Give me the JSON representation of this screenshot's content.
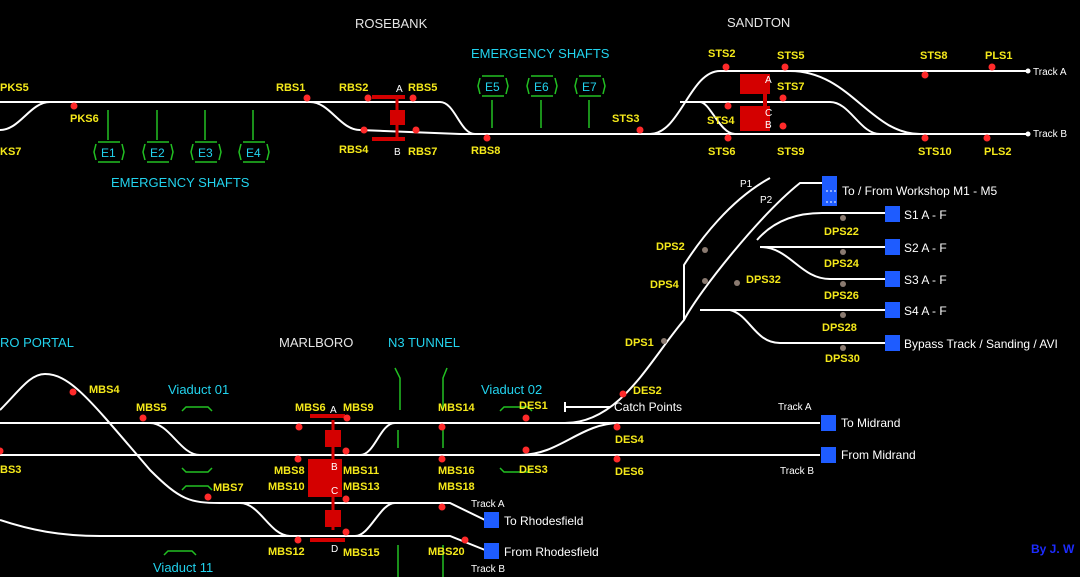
{
  "stations": {
    "rosebank": "ROSEBANK",
    "sandton": "SANDTON",
    "marlboro": "MARLBORO",
    "portal": "RO PORTAL",
    "n3_tunnel": "N3 TUNNEL"
  },
  "areas": {
    "emergency_shafts_top": "EMERGENCY SHAFTS",
    "emergency_shafts_bottom": "EMERGENCY SHAFTS",
    "viaduct_01": "Viaduct 01",
    "viaduct_02": "Viaduct 02",
    "viaduct_11": "Viaduct 11"
  },
  "shafts": [
    "E1",
    "E2",
    "E3",
    "E4",
    "E5",
    "E6",
    "E7"
  ],
  "signals": {
    "pks5": "PKS5",
    "pks6": "PKS6",
    "pks7": "KS7",
    "rbs1": "RBS1",
    "rbs2": "RBS2",
    "rbs5": "RBS5",
    "rbs4": "RBS4",
    "rbs7": "RBS7",
    "rbs8": "RBS8",
    "sts2": "STS2",
    "sts5": "STS5",
    "sts7": "STS7",
    "sts8": "STS8",
    "pls1": "PLS1",
    "sts3": "STS3",
    "sts4": "STS4",
    "sts6": "STS6",
    "sts9": "STS9",
    "sts10": "STS10",
    "pls2": "PLS2",
    "dps2": "DPS2",
    "dps4": "DPS4",
    "dps32": "DPS32",
    "dps1": "DPS1",
    "dps22": "DPS22",
    "dps24": "DPS24",
    "dps26": "DPS26",
    "dps28": "DPS28",
    "dps30": "DPS30",
    "des2": "DES2",
    "des1": "DES1",
    "des4": "DES4",
    "des3": "DES3",
    "des6": "DES6",
    "mbs4": "MBS4",
    "mbs5": "MBS5",
    "mbs6": "MBS6",
    "mbs9": "MBS9",
    "mbs14": "MBS14",
    "mbs3": "BS3",
    "mbs8": "MBS8",
    "mbs11": "MBS11",
    "mbs10": "MBS10",
    "mbs13": "MBS13",
    "mbs16": "MBS16",
    "mbs18": "MBS18",
    "mbs7": "MBS7",
    "mbs12": "MBS12",
    "mbs15": "MBS15",
    "mbs20": "MBS20"
  },
  "points": {
    "a1": "A",
    "b1": "B",
    "a2": "A",
    "b2": "B",
    "c2": "C",
    "a3": "A",
    "b3": "B",
    "c3": "C",
    "d3": "D",
    "p1": "P1",
    "p2": "P2"
  },
  "tracks": {
    "sandton_a": "Track A",
    "sandton_b": "Track B",
    "midrand_a": "Track A",
    "midrand_b": "Track B",
    "rhodes_a": "Track A",
    "rhodes_b": "Track B"
  },
  "destinations": {
    "workshop": "To / From Workshop M1 - M5",
    "s1": "S1 A - F",
    "s2": "S2 A - F",
    "s3": "S3 A - F",
    "s4": "S4 A - F",
    "bypass": "Bypass Track / Sanding / AVI",
    "to_midrand": "To Midrand",
    "from_midrand": "From Midrand",
    "to_rhodesfield": "To Rhodesfield",
    "from_rhodesfield": "From Rhodesfield"
  },
  "catch_points": "Catch Points",
  "credit": "By J. W",
  "colors": {
    "background": "#000000",
    "track": "#ffffff",
    "signal_label": "#f5e91a",
    "signal_lamp": "#ff2a2a",
    "occupied": "#d40000",
    "station_label": "#e6e6e6",
    "area_label": "#22d3ee",
    "shaft": "#22c022",
    "destination_box": "#1e5cff"
  }
}
